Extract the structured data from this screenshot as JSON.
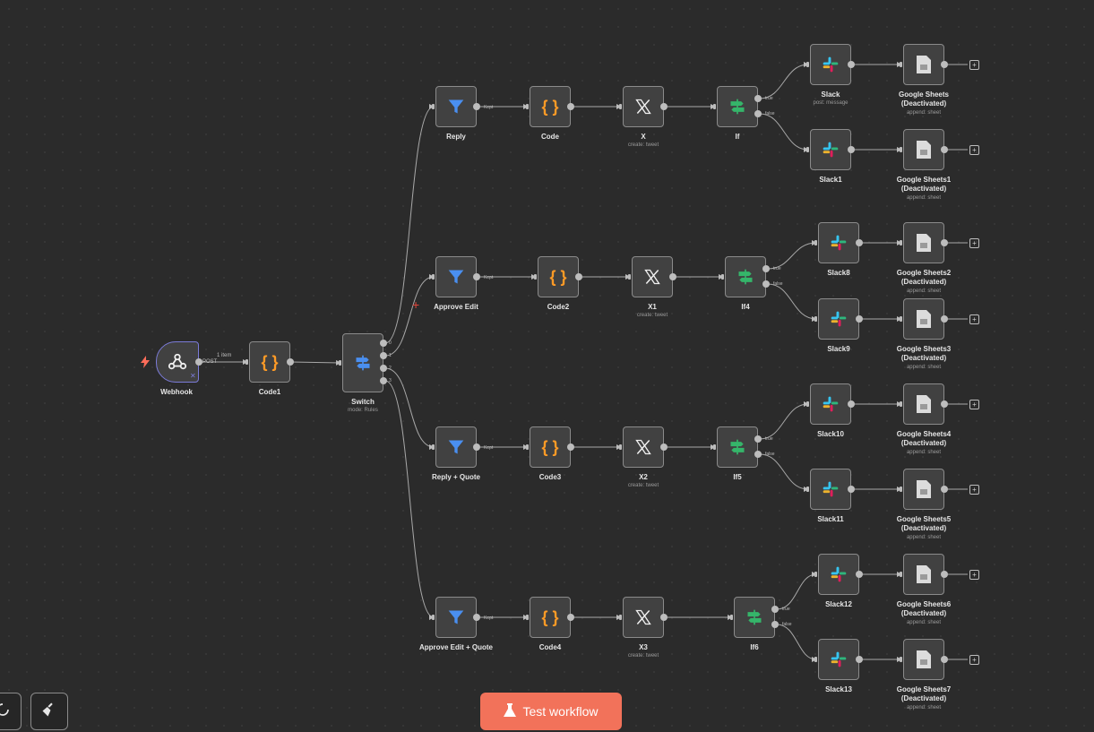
{
  "canvas": {
    "nodes": {
      "webhook": {
        "label": "Webhook",
        "icon": "webhook-icon",
        "output_label": "POST",
        "items_label": "1 item",
        "pin": "✕"
      },
      "code1": {
        "label": "Code1",
        "icon": "code-braces-icon"
      },
      "switch": {
        "label": "Switch",
        "sub": "mode: Rules",
        "outputs": [
          "0",
          "1",
          "2",
          "3"
        ],
        "icon": "switch-icon"
      },
      "reply": {
        "label": "Reply",
        "port": "Kept",
        "icon": "filter-icon"
      },
      "approve_edit": {
        "label": "Approve Edit",
        "port": "Kept",
        "icon": "filter-icon"
      },
      "reply_quote": {
        "label": "Reply + Quote",
        "port": "Kept",
        "icon": "filter-icon"
      },
      "approve_edit_quote": {
        "label": "Approve Edit + Quote",
        "port": "Kept",
        "icon": "filter-icon"
      },
      "code": {
        "label": "Code"
      },
      "code2": {
        "label": "Code2"
      },
      "code3": {
        "label": "Code3"
      },
      "code4": {
        "label": "Code4"
      },
      "x": {
        "label": "X",
        "sub": "create: tweet",
        "icon": "x-logo-icon"
      },
      "x1": {
        "label": "X1",
        "sub": "create: tweet"
      },
      "x2": {
        "label": "X2",
        "sub": "create: tweet"
      },
      "x3": {
        "label": "X3",
        "sub": "create: tweet"
      },
      "if": {
        "label": "If",
        "true": "true",
        "false": "false",
        "icon": "if-signpost-icon"
      },
      "if4": {
        "label": "If4",
        "true": "true",
        "false": "false"
      },
      "if5": {
        "label": "If5",
        "true": "true",
        "false": "false"
      },
      "if6": {
        "label": "If6",
        "true": "true",
        "false": "false"
      },
      "slack": {
        "label": "Slack",
        "sub": "post: message",
        "icon": "slack-icon"
      },
      "slack1": {
        "label": "Slack1"
      },
      "slack8": {
        "label": "Slack8"
      },
      "slack9": {
        "label": "Slack9"
      },
      "slack10": {
        "label": "Slack10"
      },
      "slack11": {
        "label": "Slack11"
      },
      "slack12": {
        "label": "Slack12"
      },
      "slack13": {
        "label": "Slack13"
      },
      "gs": {
        "label": "Google Sheets",
        "status": "(Deactivated)",
        "sub": "append: sheet",
        "icon": "google-sheets-icon"
      },
      "gs1": {
        "label": "Google Sheets1",
        "status": "(Deactivated)",
        "sub": "append: sheet"
      },
      "gs2": {
        "label": "Google Sheets2",
        "status": "(Deactivated)",
        "sub": "append: sheet"
      },
      "gs3": {
        "label": "Google Sheets3",
        "status": "(Deactivated)",
        "sub": "append: sheet"
      },
      "gs4": {
        "label": "Google Sheets4",
        "status": "(Deactivated)",
        "sub": "append: sheet"
      },
      "gs5": {
        "label": "Google Sheets5",
        "status": "(Deactivated)",
        "sub": "append: sheet"
      },
      "gs6": {
        "label": "Google Sheets6",
        "status": "(Deactivated)",
        "sub": "append: sheet"
      },
      "gs7": {
        "label": "Google Sheets7",
        "status": "(Deactivated)",
        "sub": "append: sheet"
      }
    }
  },
  "toolbar": {
    "test_workflow": "Test workflow",
    "reset_icon": "reset-zoom-icon",
    "clean_icon": "tidy-broom-icon"
  },
  "colors": {
    "filter": "#4a8ff0",
    "code": "#ff9b26",
    "if": "#35b56a",
    "test_button": "#f2725a",
    "trigger_bolt": "#ff6d5a"
  }
}
